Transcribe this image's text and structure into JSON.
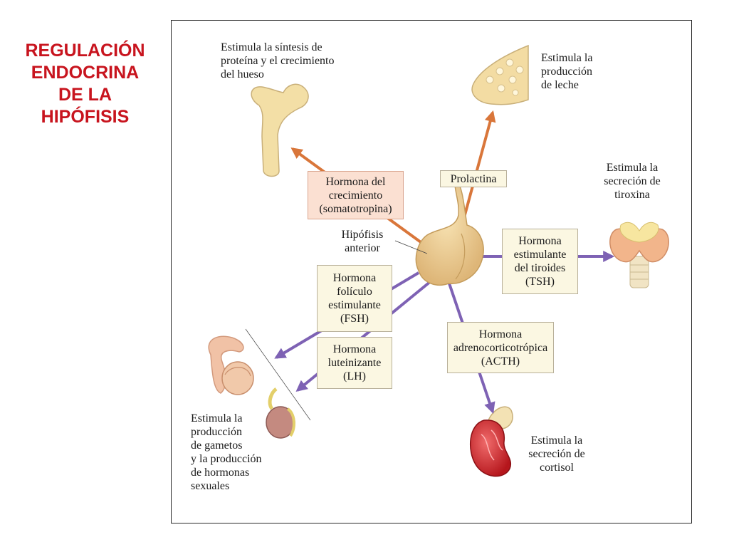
{
  "title": {
    "lines": [
      "REGULACIÓN",
      "ENDOCRINA",
      "DE LA",
      "HIPÓFISIS"
    ]
  },
  "gland_label": [
    "Hipófisis",
    "anterior"
  ],
  "hormones": {
    "gh": [
      "Hormona del",
      "crecimiento",
      "(somatotropina)"
    ],
    "prl": [
      "Prolactina"
    ],
    "tsh": [
      "Hormona",
      "estimulante",
      "del tiroides",
      "(TSH)"
    ],
    "fsh": [
      "Hormona",
      "folículo",
      "estimulante",
      "(FSH)"
    ],
    "lh": [
      "Hormona",
      "luteinizante",
      "(LH)"
    ],
    "acth": [
      "Hormona",
      "adrenocorticotrópica",
      "(ACTH)"
    ]
  },
  "effects": {
    "bone": [
      "Estimula la síntesis de",
      "proteína y el crecimiento",
      "del hueso"
    ],
    "milk": [
      "Estimula la",
      "producción",
      "de leche"
    ],
    "thyroid": [
      "Estimula la",
      "secreción de",
      "tiroxina"
    ],
    "gonads": [
      "Estimula la",
      "producción",
      "de gametos",
      "y la producción",
      "de hormonas",
      "sexuales"
    ],
    "adrenal": [
      "Estimula la",
      "secreción de",
      "cortisol"
    ]
  },
  "colors": {
    "title": "#c8141e",
    "orange_arrow": "#d9763a",
    "purple_arrow": "#7e62b4",
    "gland": "#efcf94"
  }
}
